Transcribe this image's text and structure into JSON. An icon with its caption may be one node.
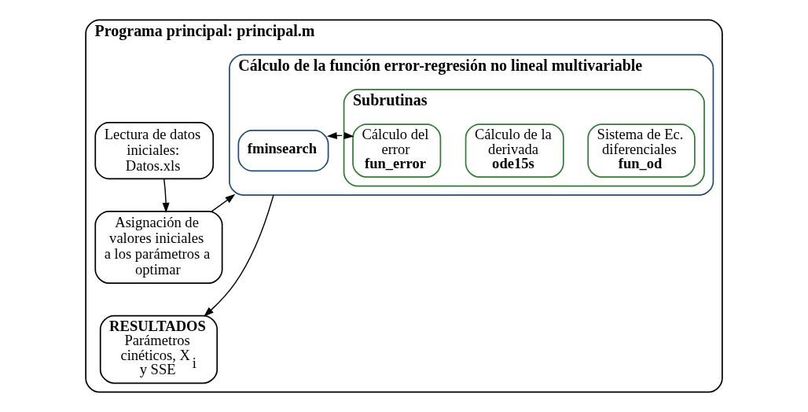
{
  "diagram": {
    "nodes": [
      {
        "text": [
          "Programa principal: principal.m"
        ]
      },
      {
        "text": [
          "Lectura de datos iniciales: Datos.xls"
        ],
        "in": 0
      },
      {
        "text": [
          "Asignación de valores iniciales a los parámetros a optimar"
        ],
        "in": 0
      },
      {
        "text": [
          "RESULTADOS",
          "Parámetros cinéticos, X$_{i}$ y SSE"
        ],
        "in": 0
      },
      {
        "text": [
          "Cálculo de la función error-regresión no lineal multivariable"
        ],
        "in": 0
      },
      {
        "text": [
          "fminsearch"
        ],
        "in": 4
      },
      {
        "text": [
          "Subrutinas"
        ],
        "in": 4
      },
      {
        "text": [
          "Cálculo del error",
          "fun_error"
        ],
        "in": 6
      },
      {
        "text": [
          "Cálculo de la derivada",
          "ode15s"
        ],
        "in": 6
      },
      {
        "text": [
          "Sistema de Ec. diferenciales",
          "fun_od"
        ],
        "in": 6
      }
    ],
    "edges": [
      {
        "from": 1,
        "to": 2,
        "arrow": "to"
      },
      {
        "from": 2,
        "to": 4,
        "arrow": "to"
      },
      {
        "from": 4,
        "to": 3,
        "arrow": "to"
      },
      {
        "from": 5,
        "to": 7,
        "arrow": "both",
        "style": "dashed"
      }
    ]
  }
}
